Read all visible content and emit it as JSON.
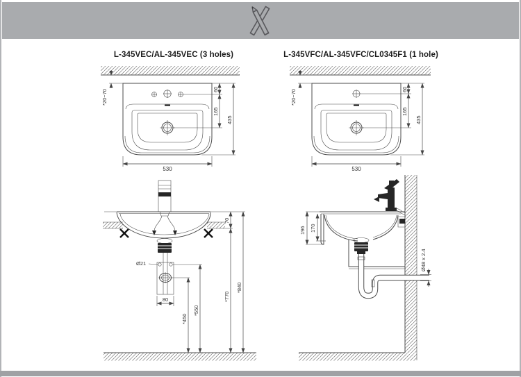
{
  "page": {
    "background": "#ffffff",
    "frame_color": "#b2b4b7",
    "header_color": "#a9abae",
    "footer_color": "#9fa1a4",
    "line_color": "#4b4b4b"
  },
  "header": {
    "icon": "crossed-pencils-icon"
  },
  "columns": {
    "left": {
      "title": "L-345VEC/AL-345VEC (3 holes)",
      "plan": {
        "wall_gap": "*20~70",
        "hole_offset": "60",
        "drain_offset": "165",
        "depth": "435",
        "width": "530"
      },
      "section": {
        "rim_above_counter": "70",
        "bolt_hole_dia": "Ø21",
        "plate_width": "80",
        "drain_outlet_height": "*450",
        "bolt_height": "*550",
        "counter_height": "*770",
        "rim_height": "*840"
      }
    },
    "right": {
      "title": "L-345VFC/AL-345VFC/CL0345F1 (1 hole)",
      "plan": {
        "wall_gap": "*20~70",
        "hole_offset": "60",
        "drain_offset": "165",
        "depth": "435",
        "width": "530"
      },
      "section": {
        "basin_depth_outer": "196",
        "basin_depth_inner": "170",
        "trap_pipe_size": "Ø48 x 2.4"
      }
    }
  }
}
